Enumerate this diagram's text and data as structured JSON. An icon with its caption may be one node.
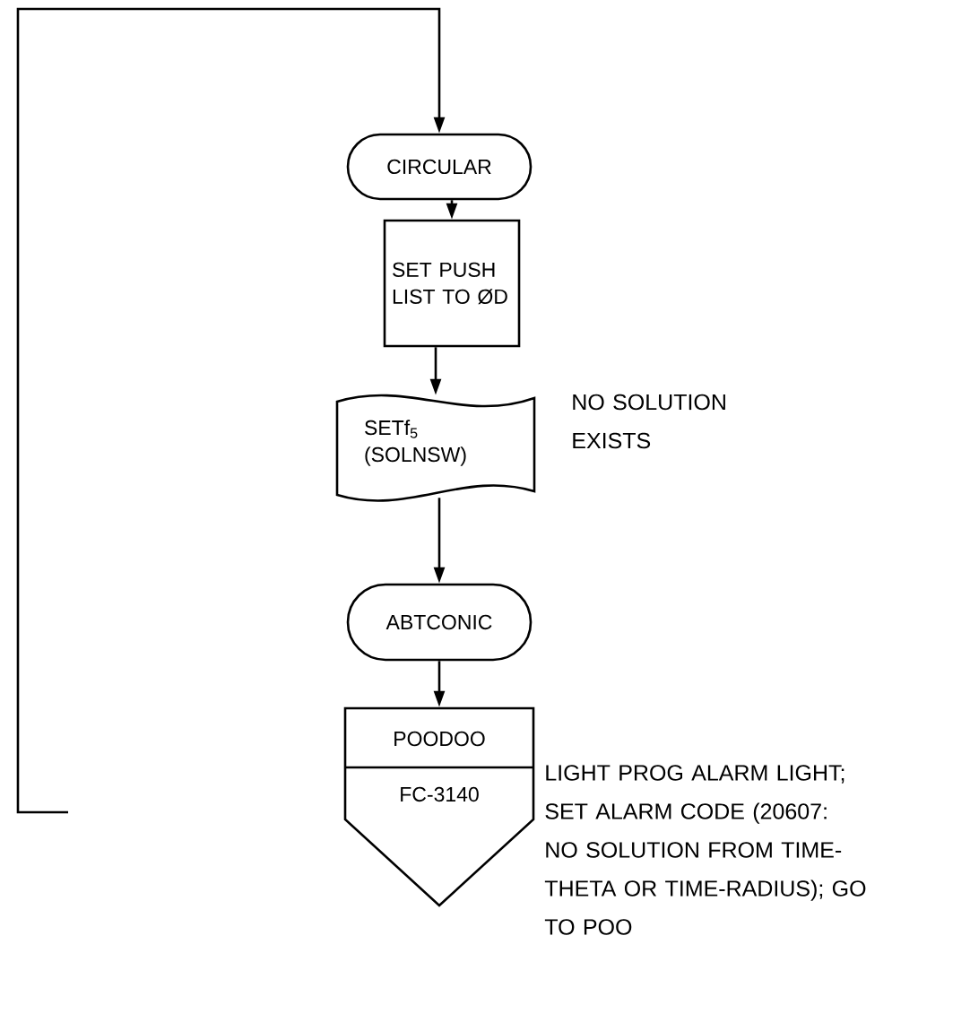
{
  "diagram": {
    "nodes": [
      {
        "text": [
          "CIRCULAR"
        ]
      },
      {
        "text": [
          "SET PUSH LIST TO ØD"
        ]
      },
      {
        "text": [
          "SETf$_{5}$ (SOLNSW)"
        ],
        "beside": [
          "NO SOLUTION EXISTS"
        ]
      },
      {
        "text": [
          "ABTCONIC"
        ]
      },
      {
        "text": [
          "POODOO",
          "FC-3140"
        ],
        "beside": [
          "LIGHT PROG ALARM LIGHT; SET ALARM CODE (20607: NO SOLUTION FROM TIME-THETA OR TIME-RADIUS); GO TO POO"
        ]
      }
    ],
    "edges": [
      {
        "from": null,
        "to": 0,
        "arrow": "to"
      },
      {
        "from": 0,
        "to": 1,
        "arrow": "to"
      },
      {
        "from": 1,
        "to": 2,
        "arrow": "to"
      },
      {
        "from": 2,
        "to": 3,
        "arrow": "to"
      },
      {
        "from": 3,
        "to": 4,
        "arrow": "to"
      }
    ]
  }
}
